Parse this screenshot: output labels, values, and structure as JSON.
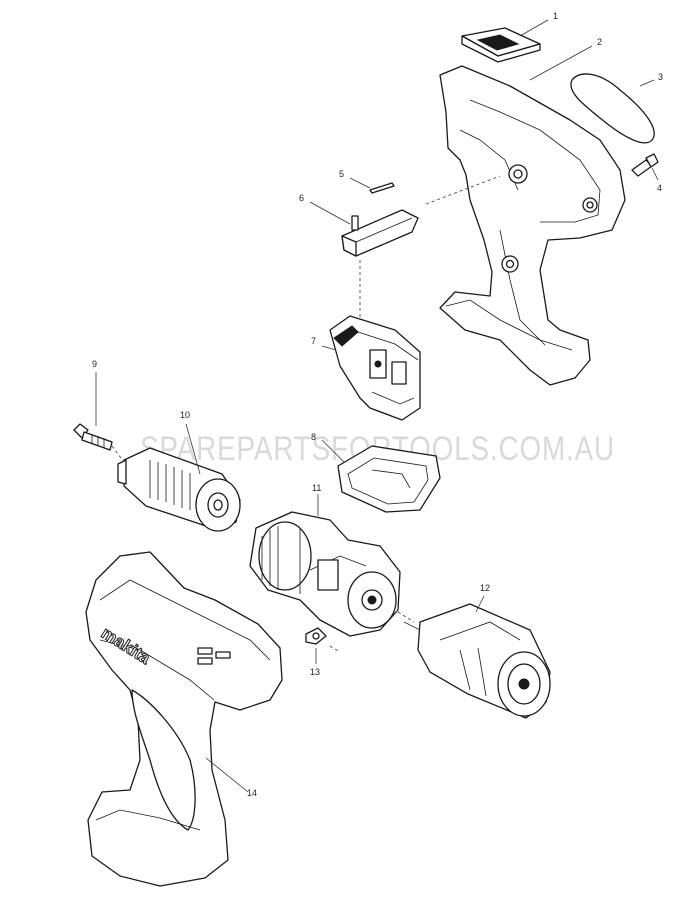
{
  "diagram": {
    "part_numbers": [
      "1",
      "2",
      "3",
      "4",
      "5",
      "6",
      "7",
      "8",
      "9",
      "10",
      "11",
      "12",
      "13",
      "14"
    ],
    "watermark_text": "SPAREPARTSFORTOOLS.COM.AU",
    "brand_logo_text": "makita"
  }
}
